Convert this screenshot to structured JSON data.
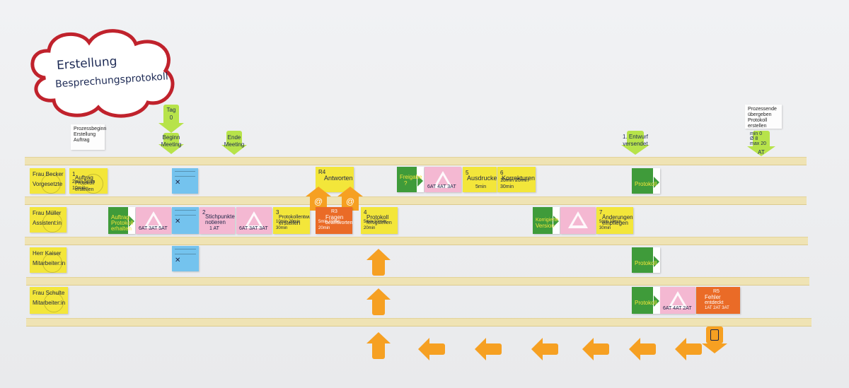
{
  "title": {
    "line1": "Erstellung",
    "line2": "Besprechungsprotokoll"
  },
  "header_cards": {
    "left": [
      "Prozessbeginn",
      "Erstellung",
      "Auftrag"
    ],
    "right": [
      "Prozessende",
      "übergeben",
      "Protokoll erstellen"
    ]
  },
  "milestones": {
    "tag0_top": "Tag",
    "tag0_bottom": "0",
    "start": [
      "Beginn",
      "Meeting"
    ],
    "end": [
      "Ende",
      "Meeting"
    ],
    "draft_sent": [
      "1. Entwurf",
      "versendet"
    ],
    "summary": [
      "min",
      "Ø",
      "max",
      "0",
      "8",
      "20",
      "AT"
    ]
  },
  "roles": [
    {
      "name": "Frau Becker",
      "role": "Vorgesetzte"
    },
    {
      "name": "Frau Müller",
      "role": "Assistent:in"
    },
    {
      "name": "Herr Kaiser",
      "role": "Mitarbeiter:in"
    },
    {
      "name": "Frau Schulte",
      "role": "Mitarbeiter:in"
    }
  ],
  "lane1": {
    "task1_num": "1",
    "task1_text": [
      "Auftrag",
      "Protokoll erstellen"
    ],
    "task1_foot": "2min 5min 10min",
    "answer_num": "R4",
    "answer_text": "Antworten",
    "question": [
      "Freigabe",
      "?"
    ],
    "print_num": "5",
    "print_text": "Ausdrucken",
    "print_foot": "5min",
    "correct_num": "6",
    "correct_text": "Korrekturen",
    "correct_foot": "10min 20min 30min",
    "wait_foot": "6AT 4AT 3AT",
    "protocol": "Protokoll"
  },
  "lane2": {
    "check_text": [
      "Auftrag",
      "Protokoll",
      "erhalten"
    ],
    "wait_foot": "6AT 3AT 5AT",
    "task2_num": "2",
    "task2_text": [
      "Stichpunkte",
      "notieren"
    ],
    "task2_foot": "1 AT",
    "wait2_foot": "6AT 3AT 3AT",
    "task3_num": "3",
    "task3_text": [
      "Protokollentwurf",
      "erstellen"
    ],
    "task3_foot": "10min 20min 30min",
    "mail_symbol": "@",
    "rework_num": "R3",
    "rework_text": [
      "Fragen",
      "beantworten"
    ],
    "rework_foot": "5min 10min 20min",
    "task4_num": "4",
    "task4_text": [
      "Protokoll",
      "fertigstellen"
    ],
    "task4_foot": "5min 10min 20min",
    "corrected": [
      "Korrigierte",
      "Version"
    ],
    "task7_num": "7",
    "task7_text": [
      "Änderungen",
      "einpflegen"
    ],
    "task7_foot": "5min 10min 30min"
  },
  "lane3": {
    "protocol": "Protokoll"
  },
  "lane4": {
    "protocol": "Protokoll",
    "wait_foot": "6AT 4AT 2AT",
    "error_num": "R5",
    "error_text": [
      "Fehler",
      "entdeckt"
    ],
    "error_foot": "1AT 2AT 3AT"
  },
  "colors": {
    "cloud_border": "#c0222c",
    "tape": "#efe3b4",
    "yellow_note": "#f3e63a",
    "pink_note": "#f4b8d2",
    "blue_note": "#74c3ee",
    "green_note": "#3f9b3a",
    "orange_note": "#ea6b27",
    "milestone_arrow": "#b7e34a",
    "flow_arrow": "#f6a022"
  },
  "icons": [
    "cloud-shape",
    "milestone-arrow",
    "flow-arrow-up",
    "flow-arrow-left",
    "mail-at-symbol",
    "phone-icon"
  ]
}
